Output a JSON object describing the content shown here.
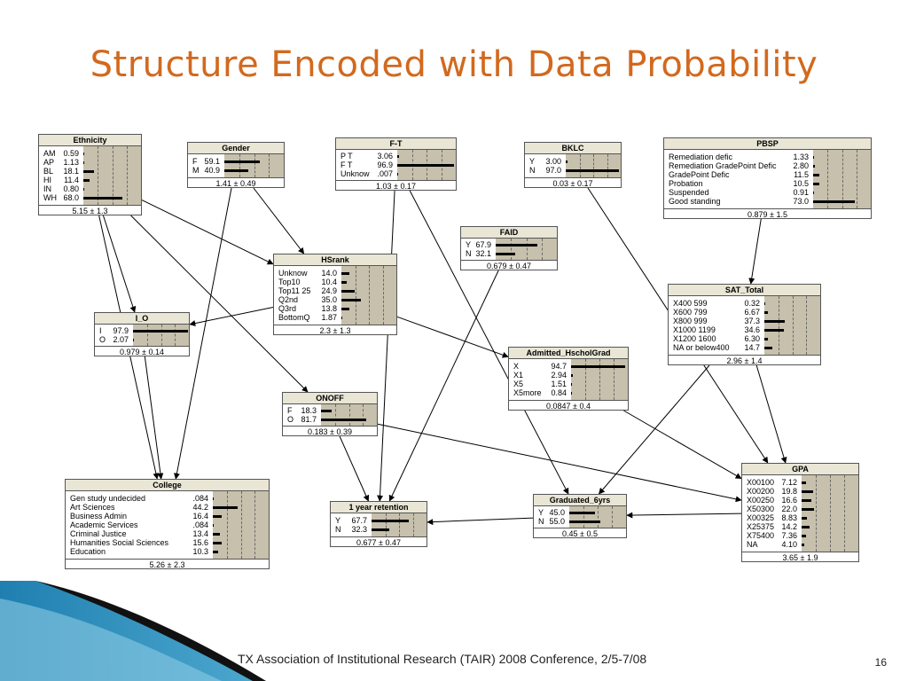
{
  "slide": {
    "title": "Structure Encoded with Data Probability",
    "footer": "TX Association of Institutional Research (TAIR) 2008 Conference, 2/5-7/08",
    "page_number": "16"
  },
  "nodes": {
    "ethnicity": {
      "title": "Ethnicity",
      "states": [
        {
          "label": "AM",
          "value": "0.59",
          "p": 0.59
        },
        {
          "label": "AP",
          "value": "1.13",
          "p": 1.13
        },
        {
          "label": "BL",
          "value": "18.1",
          "p": 18.1
        },
        {
          "label": "HI",
          "value": "11.4",
          "p": 11.4
        },
        {
          "label": "IN",
          "value": "0.80",
          "p": 0.8
        },
        {
          "label": "WH",
          "value": "68.0",
          "p": 68.0
        }
      ],
      "summary": "5.15 ± 1.3"
    },
    "gender": {
      "title": "Gender",
      "states": [
        {
          "label": "F",
          "value": "59.1",
          "p": 59.1
        },
        {
          "label": "M",
          "value": "40.9",
          "p": 40.9
        }
      ],
      "summary": "1.41 ± 0.49"
    },
    "ft": {
      "title": "F-T",
      "states": [
        {
          "label": "P T",
          "value": "3.06",
          "p": 3.06
        },
        {
          "label": "F T",
          "value": "96.9",
          "p": 96.9
        },
        {
          "label": "Unknow",
          "value": ".007",
          "p": 0.007
        }
      ],
      "summary": "1.03 ± 0.17"
    },
    "bklc": {
      "title": "BKLC",
      "states": [
        {
          "label": "Y",
          "value": "3.00",
          "p": 3.0
        },
        {
          "label": "N",
          "value": "97.0",
          "p": 97.0
        }
      ],
      "summary": "0.03 ± 0.17"
    },
    "pbsp": {
      "title": "PBSP",
      "states": [
        {
          "label": "Remediation defic",
          "value": "1.33",
          "p": 1.33
        },
        {
          "label": "Remediation GradePoint Defic",
          "value": "2.80",
          "p": 2.8
        },
        {
          "label": "GradePoint Defic",
          "value": "11.5",
          "p": 11.5
        },
        {
          "label": "Probation",
          "value": "10.5",
          "p": 10.5
        },
        {
          "label": "Suspended",
          "value": "0.91",
          "p": 0.91
        },
        {
          "label": "Good standing",
          "value": "73.0",
          "p": 73.0
        }
      ],
      "summary": "0.879 ± 1.5"
    },
    "faid": {
      "title": "FAID",
      "states": [
        {
          "label": "Y",
          "value": "67.9",
          "p": 67.9
        },
        {
          "label": "N",
          "value": "32.1",
          "p": 32.1
        }
      ],
      "summary": "0.679 ± 0.47"
    },
    "hsrank": {
      "title": "HSrank",
      "states": [
        {
          "label": "Unknow",
          "value": "14.0",
          "p": 14.0
        },
        {
          "label": "Top10",
          "value": "10.4",
          "p": 10.4
        },
        {
          "label": "Top11 25",
          "value": "24.9",
          "p": 24.9
        },
        {
          "label": "Q2nd",
          "value": "35.0",
          "p": 35.0
        },
        {
          "label": "Q3rd",
          "value": "13.8",
          "p": 13.8
        },
        {
          "label": "BottomQ",
          "value": "1.87",
          "p": 1.87
        }
      ],
      "summary": "2.3 ± 1.3"
    },
    "io": {
      "title": "I_O",
      "states": [
        {
          "label": "I",
          "value": "97.9",
          "p": 97.9
        },
        {
          "label": "O",
          "value": "2.07",
          "p": 2.07
        }
      ],
      "summary": "0.979 ± 0.14"
    },
    "sat": {
      "title": "SAT_Total",
      "states": [
        {
          "label": "X400 599",
          "value": "0.32",
          "p": 0.32
        },
        {
          "label": "X600 799",
          "value": "6.67",
          "p": 6.67
        },
        {
          "label": "X800 999",
          "value": "37.3",
          "p": 37.3
        },
        {
          "label": "X1000 1199",
          "value": "34.6",
          "p": 34.6
        },
        {
          "label": "X1200 1600",
          "value": "6.30",
          "p": 6.3
        },
        {
          "label": "NA or below400",
          "value": "14.7",
          "p": 14.7
        }
      ],
      "summary": "2.96 ± 1.4"
    },
    "admitted": {
      "title": "Admitted_HscholGrad",
      "states": [
        {
          "label": "X",
          "value": "94.7",
          "p": 94.7
        },
        {
          "label": "X1",
          "value": "2.94",
          "p": 2.94
        },
        {
          "label": "X5",
          "value": "1.51",
          "p": 1.51
        },
        {
          "label": "X5more",
          "value": "0.84",
          "p": 0.84
        }
      ],
      "summary": "0.0847 ± 0.4"
    },
    "onoff": {
      "title": "ONOFF",
      "states": [
        {
          "label": "F",
          "value": "18.3",
          "p": 18.3
        },
        {
          "label": "O",
          "value": "81.7",
          "p": 81.7
        }
      ],
      "summary": "0.183 ± 0.39"
    },
    "gpa": {
      "title": "GPA",
      "states": [
        {
          "label": "X00100",
          "value": "7.12",
          "p": 7.12
        },
        {
          "label": "X00200",
          "value": "19.8",
          "p": 19.8
        },
        {
          "label": "X00250",
          "value": "16.6",
          "p": 16.6
        },
        {
          "label": "X50300",
          "value": "22.0",
          "p": 22.0
        },
        {
          "label": "X00325",
          "value": "8.83",
          "p": 8.83
        },
        {
          "label": "X25375",
          "value": "14.2",
          "p": 14.2
        },
        {
          "label": "X75400",
          "value": "7.36",
          "p": 7.36
        },
        {
          "label": "NA",
          "value": "4.10",
          "p": 4.1
        }
      ],
      "summary": "3.65 ± 1.9"
    },
    "college": {
      "title": "College",
      "states": [
        {
          "label": "Gen study undecided",
          "value": ".084",
          "p": 0.084
        },
        {
          "label": "Art Sciences",
          "value": "44.2",
          "p": 44.2
        },
        {
          "label": "Business Admin",
          "value": "16.4",
          "p": 16.4
        },
        {
          "label": "Academic Services",
          "value": ".084",
          "p": 0.084
        },
        {
          "label": "Criminal Justice",
          "value": "13.4",
          "p": 13.4
        },
        {
          "label": "Humanities Social Sciences",
          "value": "15.6",
          "p": 15.6
        },
        {
          "label": "Education",
          "value": "10.3",
          "p": 10.3
        }
      ],
      "summary": "5.26 ± 2.3"
    },
    "retention": {
      "title": "1 year retention",
      "states": [
        {
          "label": "Y",
          "value": "67.7",
          "p": 67.7
        },
        {
          "label": "N",
          "value": "32.3",
          "p": 32.3
        }
      ],
      "summary": "0.677 ± 0.47"
    },
    "graduated": {
      "title": "Graduated_6yrs",
      "states": [
        {
          "label": "Y",
          "value": "45.0",
          "p": 45.0
        },
        {
          "label": "N",
          "value": "55.0",
          "p": 55.0
        }
      ],
      "summary": "0.45 ± 0.5"
    }
  },
  "edges": [
    [
      "ethnicity",
      "hsrank"
    ],
    [
      "ethnicity",
      "io"
    ],
    [
      "ethnicity",
      "college"
    ],
    [
      "ethnicity",
      "onoff"
    ],
    [
      "gender",
      "college"
    ],
    [
      "gender",
      "hsrank"
    ],
    [
      "ft",
      "retention"
    ],
    [
      "ft",
      "graduated"
    ],
    [
      "bklc",
      "gpa"
    ],
    [
      "pbsp",
      "sat"
    ],
    [
      "faid",
      "retention"
    ],
    [
      "hsrank",
      "io"
    ],
    [
      "hsrank",
      "admitted"
    ],
    [
      "io",
      "college"
    ],
    [
      "sat",
      "gpa"
    ],
    [
      "sat",
      "graduated"
    ],
    [
      "admitted",
      "gpa"
    ],
    [
      "onoff",
      "retention"
    ],
    [
      "onoff",
      "gpa"
    ],
    [
      "graduated",
      "retention"
    ],
    [
      "gpa",
      "graduated"
    ]
  ]
}
